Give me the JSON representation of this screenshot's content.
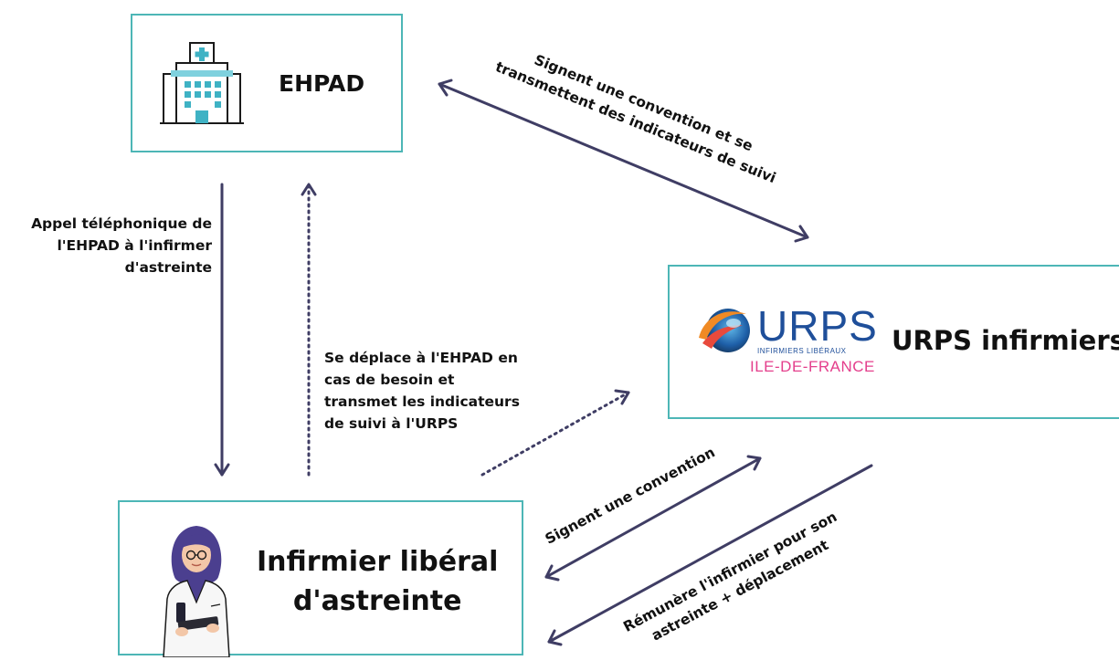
{
  "nodes": {
    "ehpad": {
      "title": "EHPAD",
      "icon": "hospital-building-icon"
    },
    "urps": {
      "title": "URPS infirmiers",
      "logo": {
        "word": "URPS",
        "subtitle": "INFIRMIERS LIBÉRAUX",
        "region": "ILE-DE-FRANCE"
      }
    },
    "nurse": {
      "title_line1": "Infirmier libéral",
      "title_line2": "d'astreinte",
      "icon": "nurse-with-clipboard-icon"
    }
  },
  "edges": {
    "ehpad_urps": {
      "line1": "Signent une convention et se",
      "line2": "transmettent des indicateurs de suivi"
    },
    "ehpad_to_nurse": {
      "line1": "Appel téléphonique de",
      "line2": "l'EHPAD à l'infirmer",
      "line3": "d'astreinte"
    },
    "nurse_to_ehpad_urps": {
      "line1": "Se déplace à l'EHPAD en",
      "line2": "cas de besoin et",
      "line3": "transmet les indicateurs",
      "line4": "de suivi à l'URPS"
    },
    "nurse_urps": {
      "line1": "Signent une convention"
    },
    "urps_to_nurse": {
      "line1": "Rémunère l'infirmier pour son",
      "line2": "astreinte + déplacement"
    }
  },
  "colors": {
    "box_border": "#4db6b6",
    "arrow": "#3f3d64",
    "logo_blue": "#1f4f9a",
    "logo_pink": "#e43f8c"
  }
}
